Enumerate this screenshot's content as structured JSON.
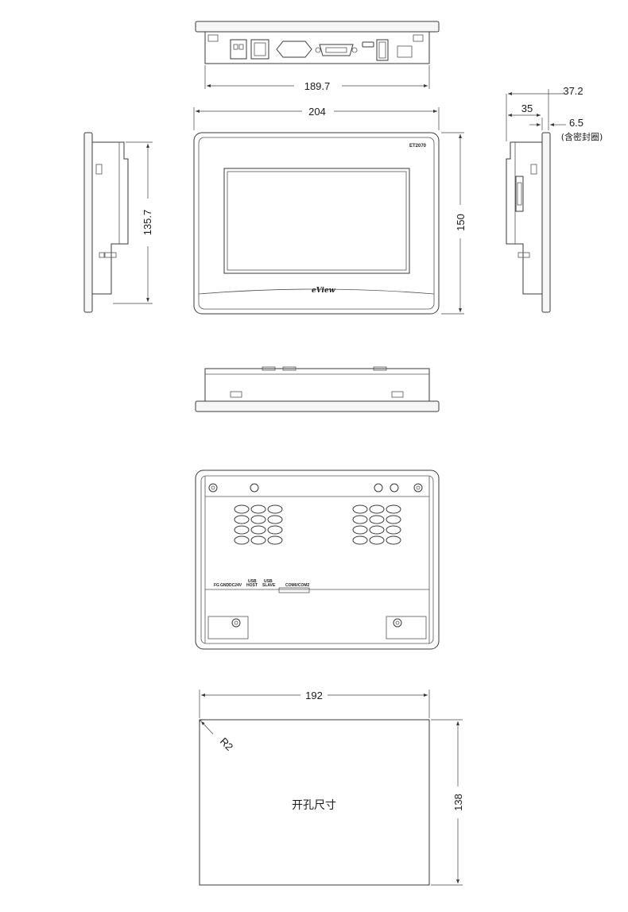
{
  "views": {
    "top": {
      "dim_width": "189.7"
    },
    "front": {
      "dim_width": "204",
      "dim_height": "150",
      "model_label": "ET2070",
      "logo_text": "eView"
    },
    "left_side": {
      "dim_height": "135.7"
    },
    "right_side": {
      "dim_depth": "37.2",
      "dim_depth_inner": "35",
      "dim_gasket": "6.5",
      "gasket_note": "(含密封圈)"
    },
    "rear": {
      "port_labels": [
        "FG",
        "GND",
        "DC24V",
        "USB",
        "HOST",
        "USB",
        "SLAVE",
        "COM0/COM2"
      ]
    },
    "cutout": {
      "dim_width": "192",
      "dim_height": "138",
      "radius": "R2",
      "label": "开孔尺寸"
    }
  },
  "colors": {
    "line": "#3a3a3a",
    "fill": "#f6f6f6",
    "background": "#ffffff"
  }
}
